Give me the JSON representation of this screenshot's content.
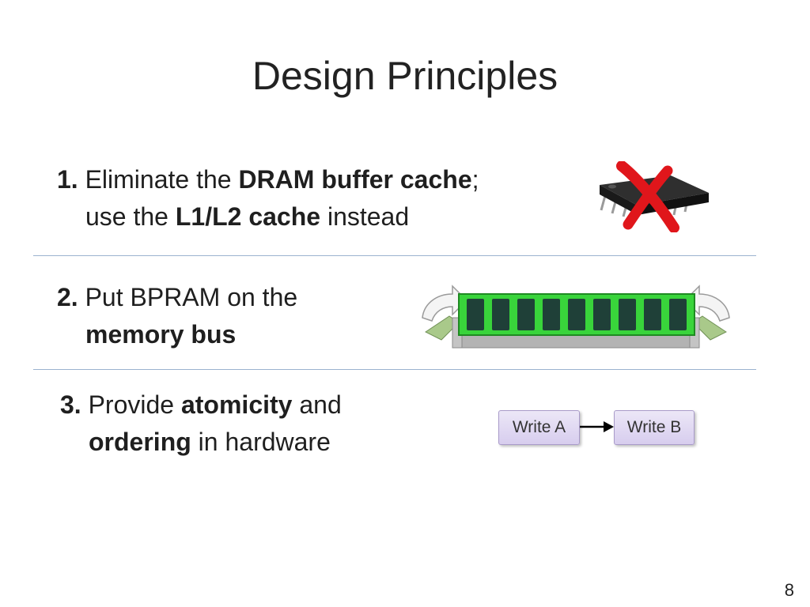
{
  "slide": {
    "title": "Design Principles",
    "page_number": "8"
  },
  "principles": [
    {
      "number": "1.",
      "line1_pre": "Eliminate the ",
      "line1_bold": "DRAM buffer cache",
      "line1_post": ";",
      "line2_pre": "use the ",
      "line2_bold": "L1/L2 cache",
      "line2_post": " instead"
    },
    {
      "number": "2.",
      "line1_pre": "Put BPRAM on the",
      "line2_bold": "memory bus"
    },
    {
      "number": "3.",
      "line1_pre": "Provide ",
      "line1_bold": "atomicity",
      "line1_post": " and",
      "line2_bold": "ordering",
      "line2_post": " in hardware"
    }
  ],
  "ordering_diagram": {
    "box_a": "Write A",
    "box_b": "Write B"
  },
  "icons": {
    "chip": "dram-chip-icon",
    "cross": "red-x-icon",
    "module": "memory-module-icon"
  },
  "colors": {
    "divider": "#9bb3cf",
    "cross": "#e0161b",
    "module_green": "#39d43b",
    "write_box": "#ddd3f0"
  }
}
